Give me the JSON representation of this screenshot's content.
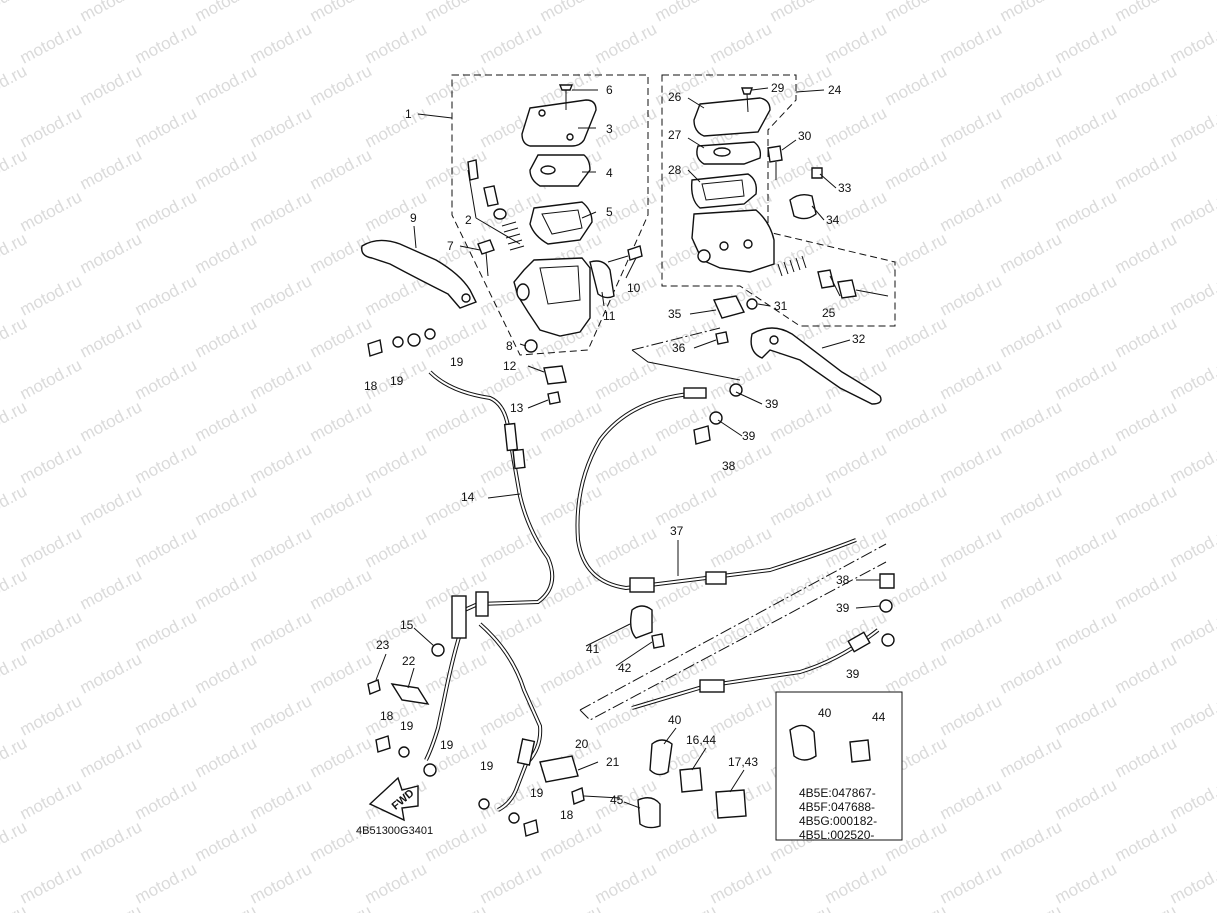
{
  "watermark": "motod.ru",
  "drawing_code": "4B51300G3401",
  "fwd_label": "FWD",
  "callouts": {
    "c1": "1",
    "c2": "2",
    "c3": "3",
    "c4": "4",
    "c5": "5",
    "c6": "6",
    "c7": "7",
    "c8": "8",
    "c9": "9",
    "c10": "10",
    "c11": "11",
    "c12": "12",
    "c13": "13",
    "c14": "14",
    "c15": "15",
    "c22": "22",
    "c23": "23",
    "c18a": "18",
    "c19a": "19",
    "c19b": "19",
    "c18b": "18",
    "c19c": "19",
    "c19d": "19",
    "c19e": "19",
    "c19f": "19",
    "c18c": "18",
    "c20": "20",
    "c21": "21",
    "c24": "24",
    "c25": "25",
    "c26": "26",
    "c27": "27",
    "c28": "28",
    "c29": "29",
    "c30": "30",
    "c31": "31",
    "c32": "32",
    "c33": "33",
    "c34": "34",
    "c35": "35",
    "c36": "36",
    "c37": "37",
    "c38a": "38",
    "c39a": "39",
    "c39b": "39",
    "c38b": "38",
    "c39c": "39",
    "c39d": "39",
    "c40": "40",
    "c41": "41",
    "c42": "42",
    "c45": "45",
    "c1644": "16,44",
    "c1743": "17,43"
  },
  "inset": {
    "label_40": "40",
    "label_44": "44",
    "serials": [
      "4B5E:047867-",
      "4B5F:047688-",
      "4B5G:000182-",
      "4B5L:002520-"
    ]
  }
}
